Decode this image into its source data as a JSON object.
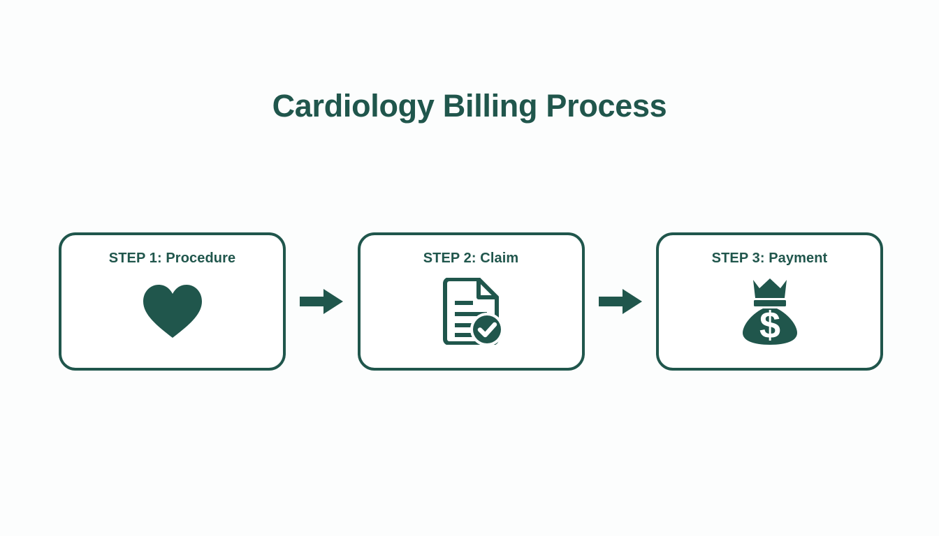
{
  "page": {
    "title": "Cardiology Billing Process",
    "background_color": "#fcfdfd",
    "accent_color": "#20564c",
    "card_fill_color": "#ffffff"
  },
  "diagram": {
    "type": "process-flow",
    "orientation": "horizontal",
    "steps": [
      {
        "label": "STEP 1: Procedure",
        "icon": "heart-icon"
      },
      {
        "label": "STEP 2: Claim",
        "icon": "document-check-icon"
      },
      {
        "label": "STEP 3: Payment",
        "icon": "money-bag-icon"
      }
    ],
    "connectors": [
      {
        "icon": "arrow-right-icon"
      },
      {
        "icon": "arrow-right-icon"
      }
    ]
  }
}
